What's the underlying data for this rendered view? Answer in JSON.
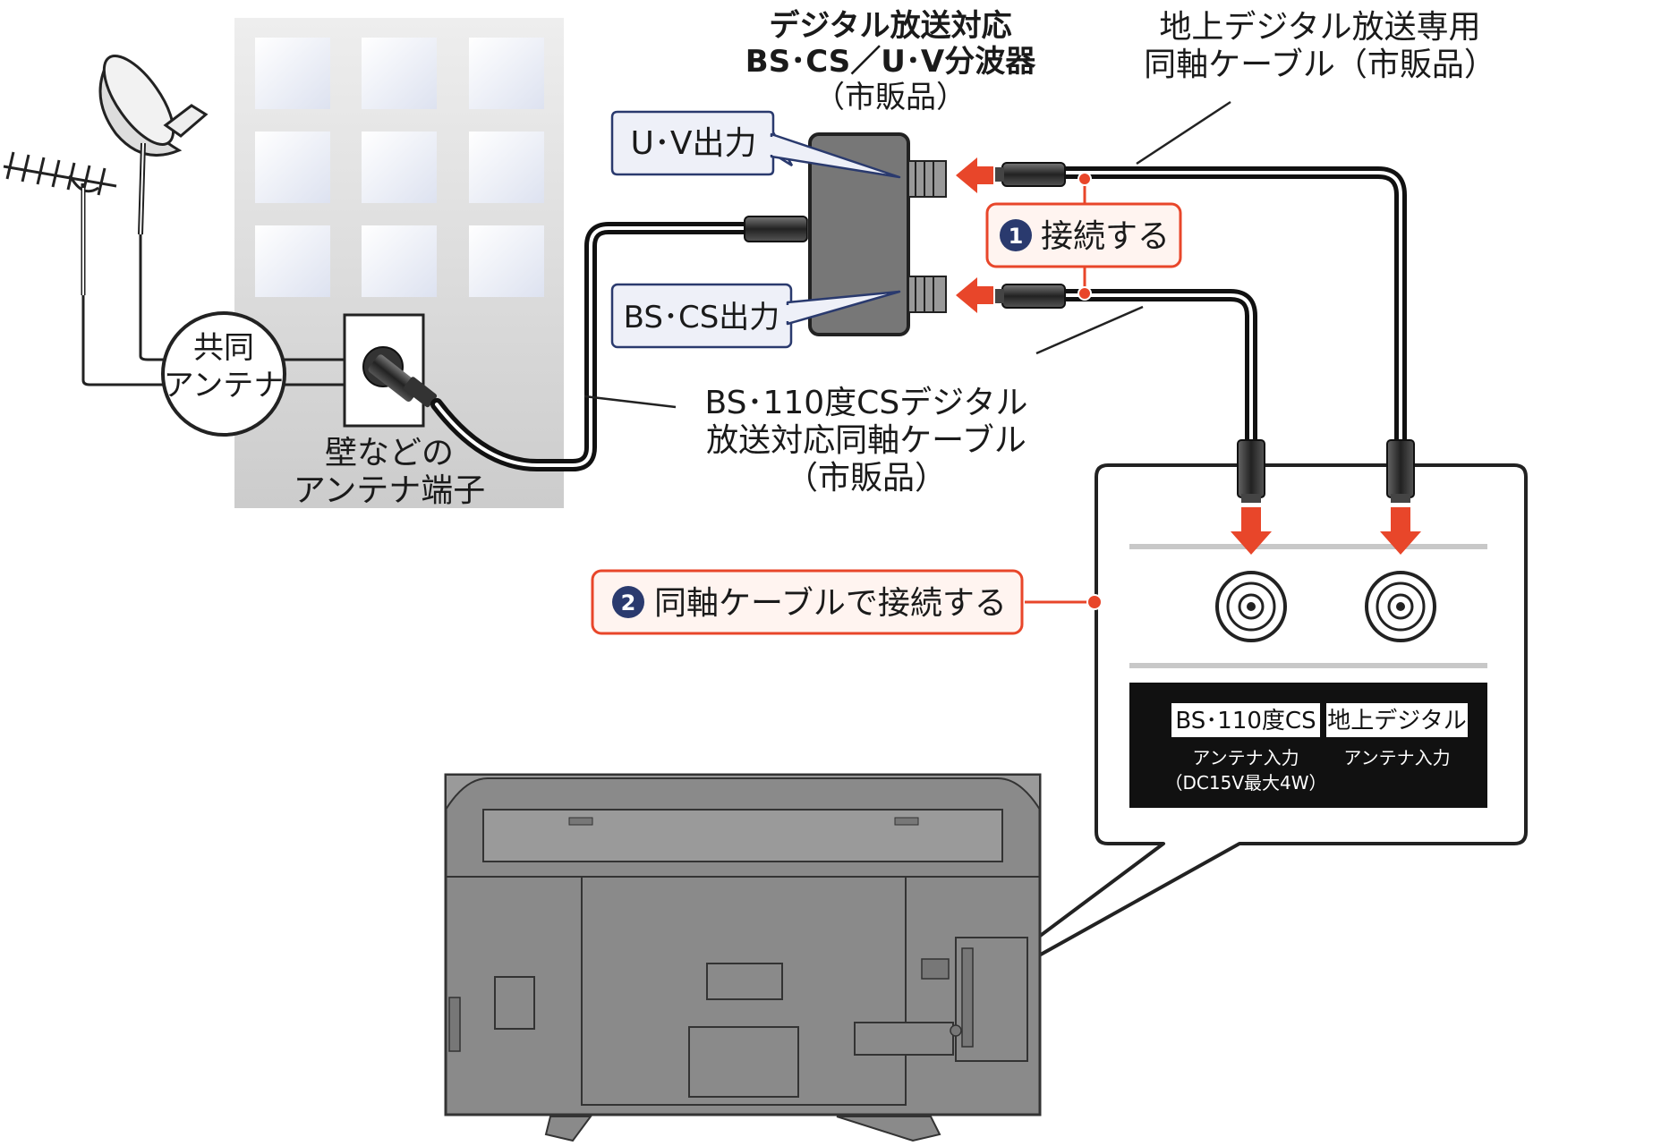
{
  "splitter": {
    "title_line1": "デジタル放送対応",
    "title_line2": "BS･CS／U･V分波器",
    "title_line3": "（市販品）"
  },
  "terrestrial_cable": {
    "line1": "地上デジタル放送専用",
    "line2": "同軸ケーブル（市販品）"
  },
  "outputs": {
    "uv": "U･V出力",
    "bscs": "BS･CS出力"
  },
  "step1": {
    "number": "1",
    "text": "接続する"
  },
  "step2": {
    "number": "2",
    "text": "同軸ケーブルで接続する"
  },
  "shared_antenna": {
    "line1": "共同",
    "line2": "アンテナ"
  },
  "wall_terminal": {
    "line1": "壁などの",
    "line2": "アンテナ端子"
  },
  "bs_cable": {
    "line1": "BS･110度CSデジタル",
    "line2": "放送対応同軸ケーブル",
    "line3": "（市販品）"
  },
  "tv_panel": {
    "bs_badge": "BS･110度CS",
    "bs_caption1": "アンテナ入力",
    "bs_caption2": "（DC15V最大4W）",
    "terr_badge": "地上デジタル",
    "terr_caption1": "アンテナ入力"
  },
  "colors": {
    "accent_red": "#e8462a",
    "label_fill": "#eef0f8",
    "label_stroke": "#2a3a6e",
    "step_fill": "#fff4f0",
    "dark_panel": "#111111",
    "tv_body": "#8a8a8a",
    "tv_outline": "#333333"
  },
  "icons": {
    "arrows": "red-left-arrow",
    "connectors": "coaxial-plug",
    "antennas": "yagi-antenna-and-dish"
  }
}
